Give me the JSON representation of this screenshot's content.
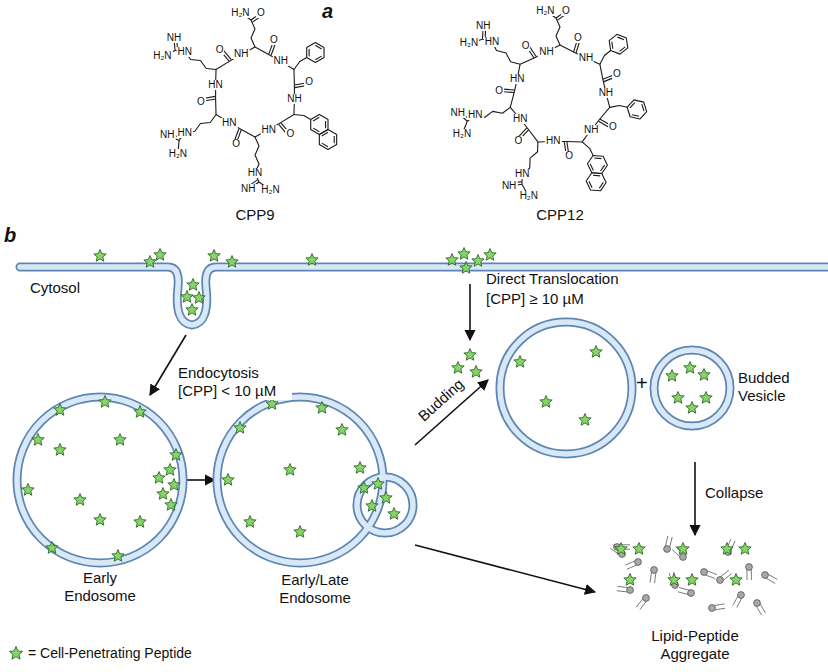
{
  "diagram": {
    "nodes": [
      {
        "text": [
          "Cytosol"
        ]
      },
      {
        "text": [
          "Early Endosome"
        ]
      },
      {
        "text": [
          "Early/Late Endosome"
        ]
      },
      {
        "text": [
          "Budded Vesicle"
        ]
      },
      {
        "text": [
          "Lipid-Peptide Aggregate"
        ]
      }
    ],
    "edges": [
      {
        "from": 0,
        "to": 1,
        "arrow": "to",
        "label": "Endocytosis [CPP] < 10 µM"
      },
      {
        "from": 1,
        "to": 2,
        "arrow": "to"
      },
      {
        "from": 2,
        "to": 3,
        "arrow": "to",
        "label": "Budding"
      },
      {
        "from": 3,
        "to": 4,
        "arrow": "to",
        "label": "Collapse"
      },
      {
        "from": 2,
        "to": 4,
        "arrow": "to"
      }
    ],
    "labels": [
      "a",
      "CPP9",
      "CPP12",
      "b",
      "Direct Translocation",
      "[CPP] ≥ 10 µM",
      "+",
      "O",
      "NH",
      "O",
      "H₂N",
      "O",
      "NH",
      "O",
      "NH",
      "O",
      "HN",
      "HN",
      "NH",
      "H₂N",
      "O",
      "HN",
      "HN",
      "NH",
      "H₂N",
      "O",
      "HN",
      "HN",
      "NH",
      "H₂N",
      "O",
      "NH",
      "O",
      "H₂N",
      "O",
      "NH",
      "O",
      "NH",
      "O",
      "NH",
      "O",
      "HN",
      "HN",
      "NH",
      "H₂N",
      "O",
      "HN",
      "HN",
      "NH",
      "H₂N",
      "O",
      "HN",
      "HN",
      "NH",
      "H₂N"
    ],
    "legend": [
      {
        "text": "= Cell-Penetrating Peptide"
      }
    ]
  }
}
